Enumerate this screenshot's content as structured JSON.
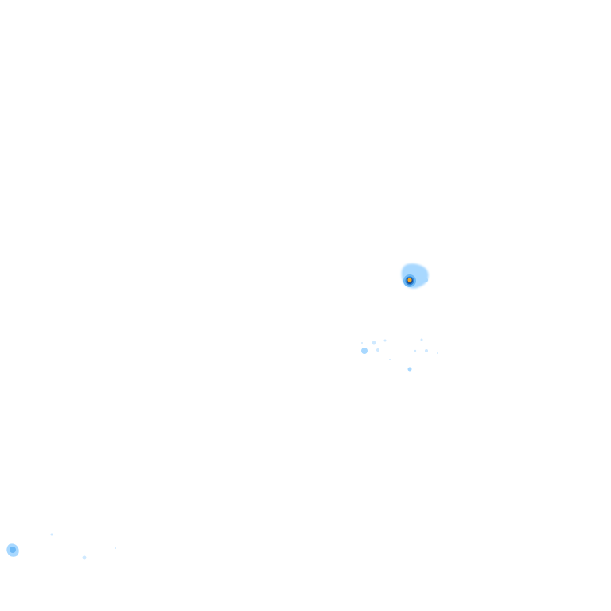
{
  "map": {
    "background": "#ffffff",
    "palette": {
      "faint": "#cfe9ff",
      "light": "#a8d8ff",
      "medium": "#6db8f5",
      "strong": "#2f86d6",
      "core_ring": "#1f4f8f",
      "core": "#f5a623"
    },
    "radar_cells": [
      {
        "name": "main-storm-cell",
        "intensity": "high"
      },
      {
        "name": "scattered-echoes",
        "intensity": "low"
      },
      {
        "name": "southwest-cell",
        "intensity": "moderate"
      }
    ]
  }
}
